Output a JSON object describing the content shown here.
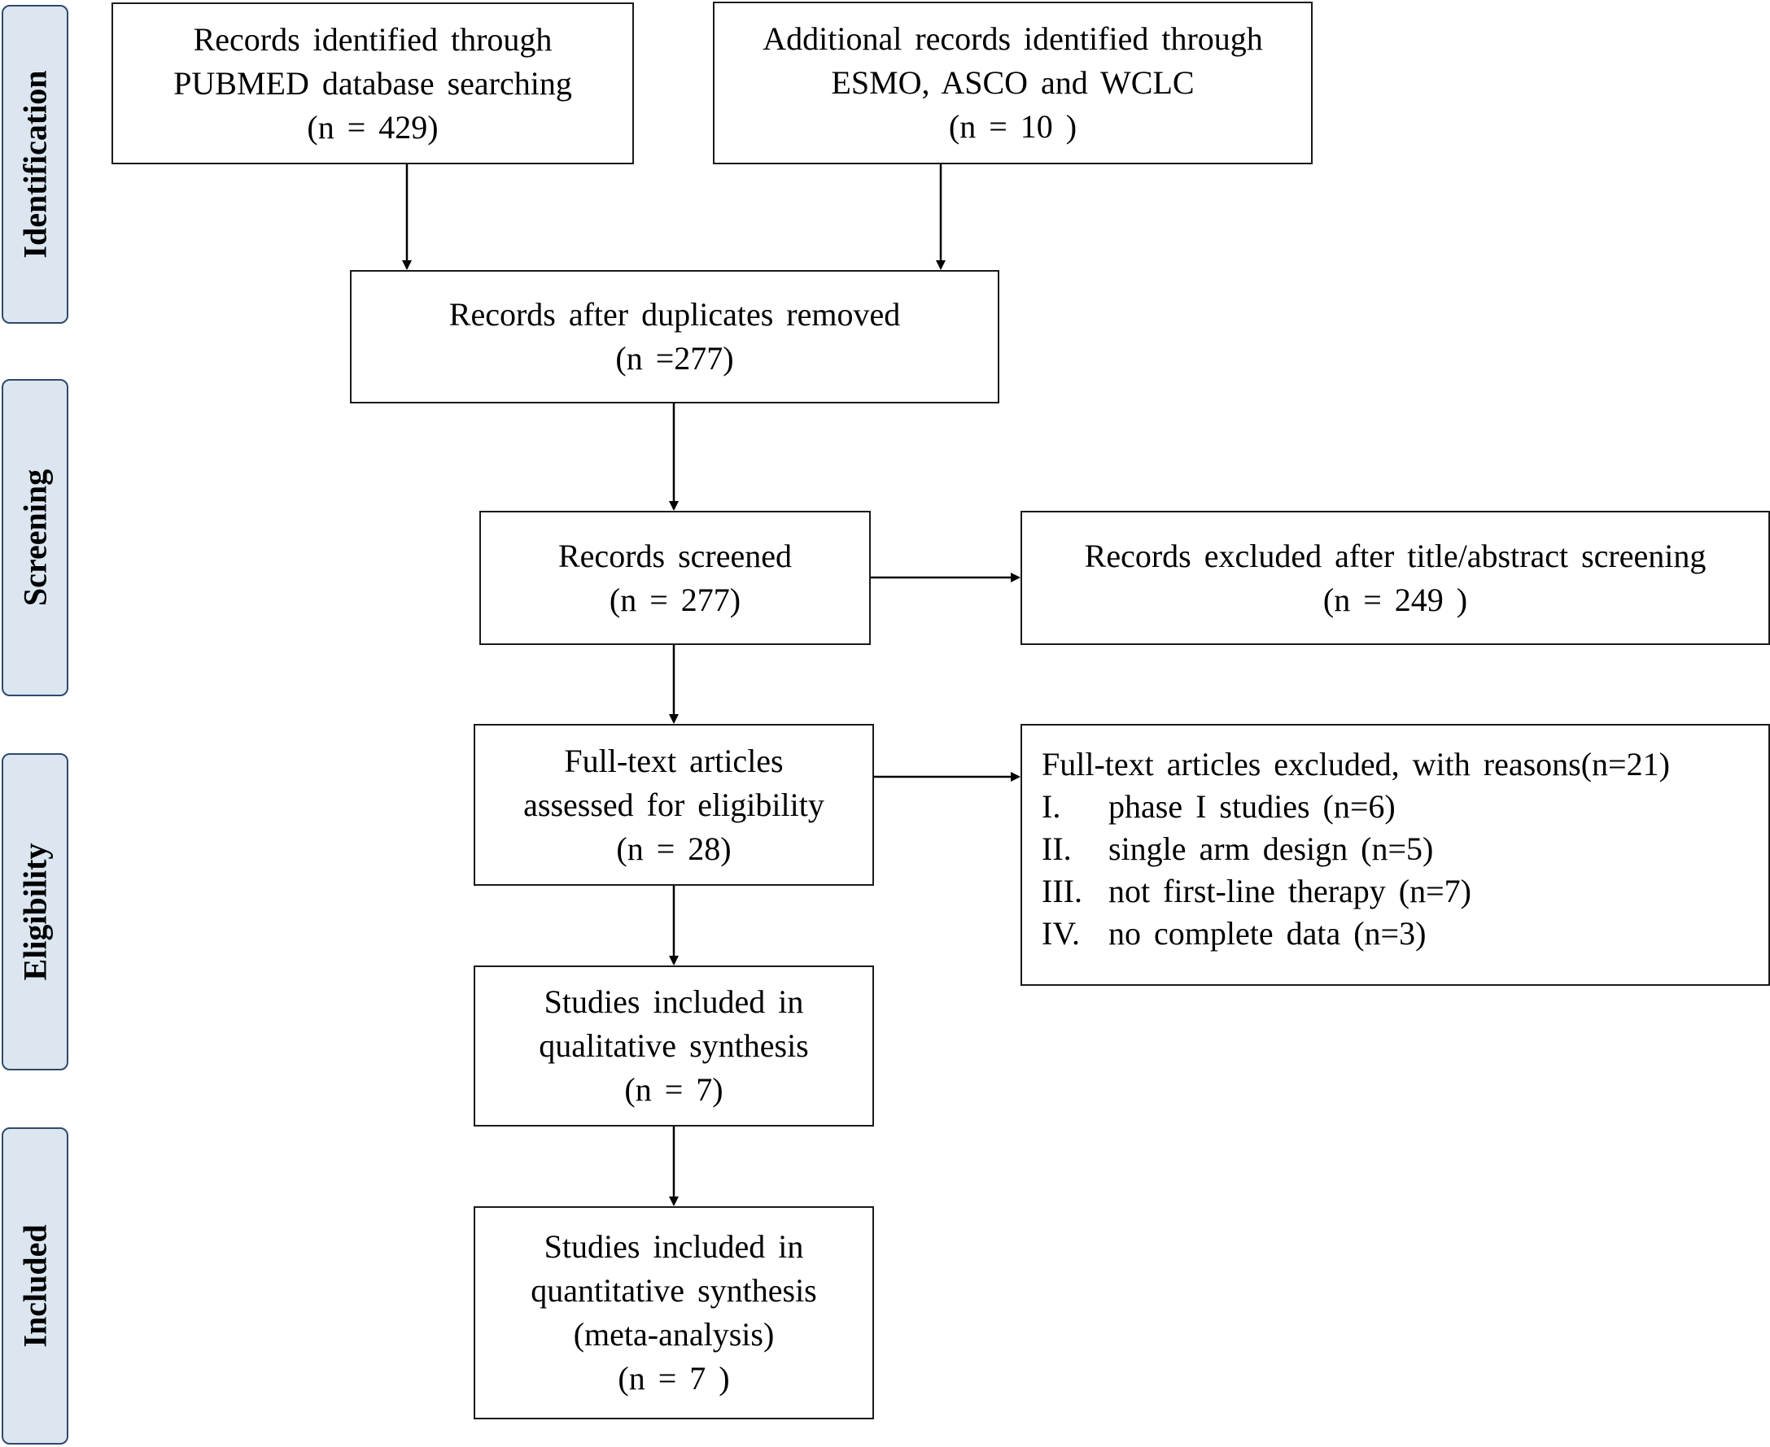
{
  "stages": [
    {
      "id": "identification",
      "label": "Identification"
    },
    {
      "id": "screening",
      "label": "Screening"
    },
    {
      "id": "eligibility",
      "label": "Eligibility"
    },
    {
      "id": "included",
      "label": "Included"
    }
  ],
  "boxes": {
    "pubmed": {
      "lines": [
        "Records identified  through",
        "PUBMED database searching",
        "(n = 429)"
      ]
    },
    "additional": {
      "lines": [
        "Additional  records identified  through",
        "ESMO, ASCO and WCLC",
        "(n = 10 )"
      ]
    },
    "duplicates_removed": {
      "lines": [
        "Records after  duplicates  removed",
        "(n =277)"
      ]
    },
    "screened": {
      "lines": [
        "Records screened",
        "(n = 277)"
      ]
    },
    "excluded_screening": {
      "lines": [
        "Records excluded  after title/abstract  screening",
        "(n = 249 )"
      ]
    },
    "fulltext_assessed": {
      "lines": [
        "Full-text  articles",
        "assessed for eligibility",
        "(n = 28)"
      ]
    },
    "fulltext_excluded": {
      "title": "Full-text  articles  excluded,  with reasons(n=21)",
      "reasons": [
        {
          "num": "I.",
          "text": "phase I studies  (n=6)"
        },
        {
          "num": "II.",
          "text": "single  arm design  (n=5)"
        },
        {
          "num": "III.",
          "text": "not first-line  therapy  (n=7)"
        },
        {
          "num": "IV.",
          "text": "no complete  data (n=3)"
        }
      ]
    },
    "qualitative": {
      "lines": [
        "Studies included  in",
        "qualitative  synthesis",
        "(n = 7)"
      ]
    },
    "quantitative": {
      "lines": [
        "Studies included  in",
        "quantitative  synthesis",
        "(meta-analysis)",
        "(n = 7 )"
      ]
    }
  },
  "colors": {
    "stage_fill": "#dbe6f1",
    "stage_border": "#2e4a6b",
    "box_border": "#1a1a1a",
    "arrow": "#000000"
  }
}
